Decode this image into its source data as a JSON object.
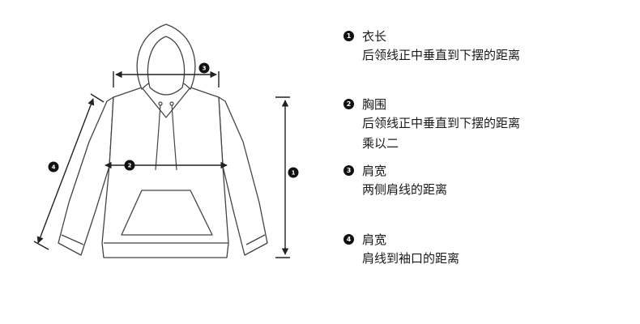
{
  "diagram": {
    "markers": [
      "1",
      "2",
      "3",
      "4"
    ],
    "line_color": "#333333"
  },
  "legend": [
    {
      "number": "1",
      "title": "衣长",
      "lines": [
        "后领线正中垂直到下摆的距离"
      ]
    },
    {
      "number": "2",
      "title": "胸围",
      "lines": [
        "后领线正中垂直到下摆的距离",
        "乘以二"
      ]
    },
    {
      "number": "3",
      "title": "肩宽",
      "lines": [
        "两侧肩线的距离"
      ]
    },
    {
      "number": "4",
      "title": "肩宽",
      "lines": [
        "肩线到袖口的距离"
      ]
    }
  ]
}
